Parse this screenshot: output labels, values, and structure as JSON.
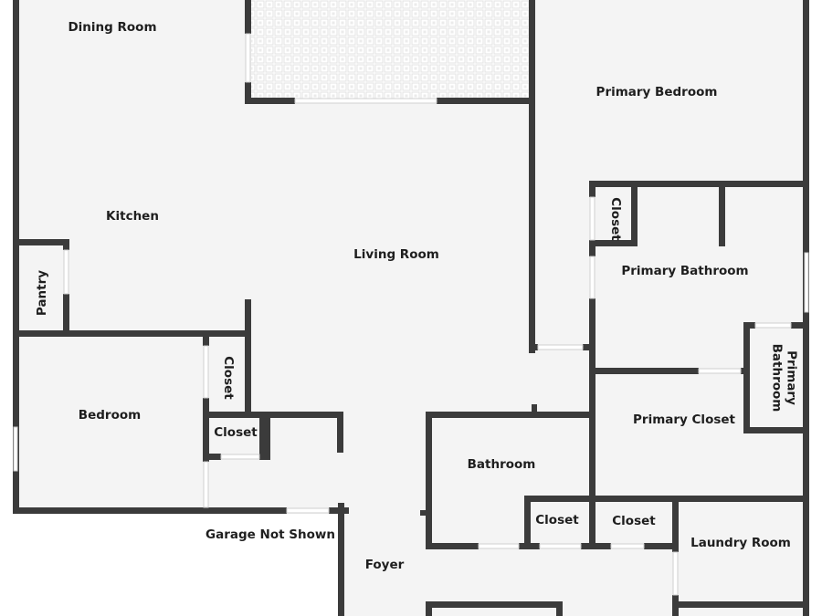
{
  "plan": {
    "colors": {
      "floor": "#f4f4f4",
      "wall": "#3b3b3b",
      "opening": "#ffffff",
      "background": "#ffffff",
      "tile": "#e6e6e6"
    }
  },
  "rooms": {
    "dining_room": "Dining Room",
    "kitchen": "Kitchen",
    "pantry": "Pantry",
    "living_room": "Living Room",
    "primary_bedroom": "Primary Bedroom",
    "primary_closet_small": "Closet",
    "primary_bathroom": "Primary Bathroom",
    "primary_bathroom_wc": "Primary Bathroom",
    "primary_closet": "Primary Closet",
    "bedroom": "Bedroom",
    "bedroom_closet_tall": "Closet",
    "bedroom_closet_small": "Closet",
    "bathroom": "Bathroom",
    "hall_closet_1": "Closet",
    "hall_closet_2": "Closet",
    "laundry_room": "Laundry Room",
    "foyer": "Foyer"
  },
  "notes": {
    "garage": "Garage Not Shown"
  }
}
